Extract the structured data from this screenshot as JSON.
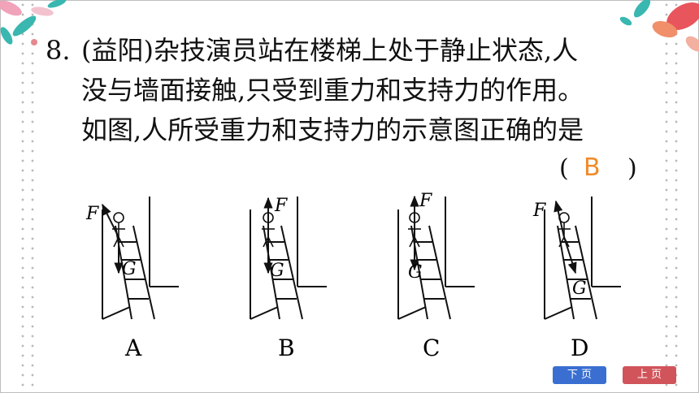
{
  "question": {
    "number": "8.",
    "lines": [
      "(益阳)杂技演员站在楼梯上处于静止状态,人",
      "没与墙面接触,只受到重力和支持力的作用。",
      "如图,人所受重力和支持力的示意图正确的是"
    ],
    "paren_open": "(",
    "paren_close": ")",
    "answer": "B"
  },
  "figures": [
    {
      "label": "A",
      "force_f": "F",
      "force_g": "G"
    },
    {
      "label": "B",
      "force_f": "F",
      "force_g": "G"
    },
    {
      "label": "C",
      "force_f": "F",
      "force_g": "G"
    },
    {
      "label": "D",
      "force_f": "F",
      "force_g": "G"
    }
  ],
  "nav": {
    "next_label": "下 页",
    "prev_label": "上 页"
  },
  "colors": {
    "answer": "#f08a2a",
    "next_button": "#3a6fd1",
    "prev_button": "#d1545b"
  }
}
